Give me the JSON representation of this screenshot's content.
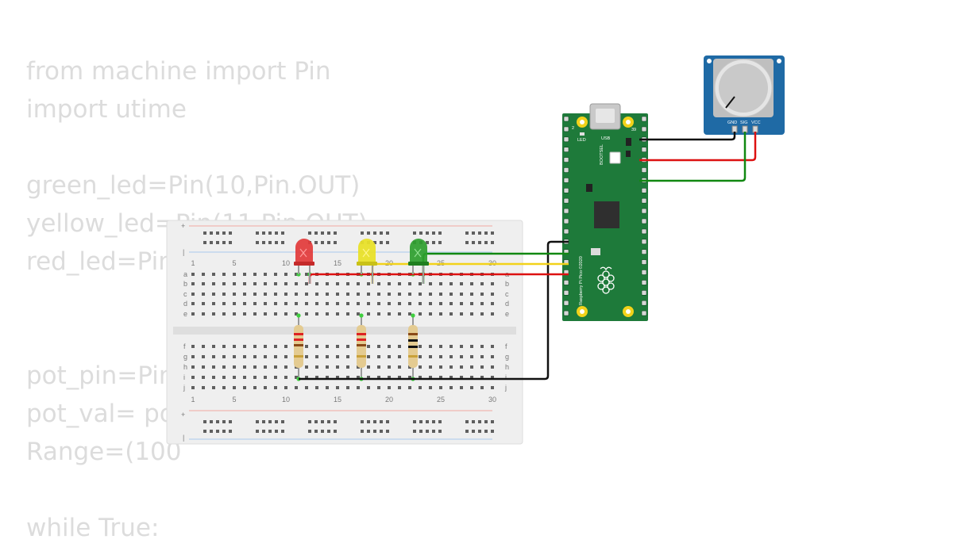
{
  "code_lines": [
    "from machine import Pin",
    "import utime",
    "",
    "green_led=Pin(10,Pin.OUT)",
    "yellow_led=Pin(11,Pin.OUT)",
    "red_led=Pin",
    "",
    "",
    "pot_pin=Pin",
    "pot_val= pot",
    "Range=(100",
    "",
    "while True:"
  ],
  "breadboard": {
    "column_numbers": [
      "1",
      "5",
      "10",
      "15",
      "20",
      "25",
      "30"
    ],
    "rows_top": [
      "a",
      "b",
      "c",
      "d",
      "e"
    ],
    "rows_bottom": [
      "f",
      "g",
      "h",
      "i",
      "j"
    ],
    "plus_sign": "+",
    "minus_sign": "|"
  },
  "pico": {
    "board_label": "Raspberry Pi Pico ©2020",
    "led_label": "LED",
    "usb_label": "USB",
    "bootsel_label": "BOOTSEL",
    "pin_number_left": "2",
    "pin_number_right": "39"
  },
  "potentiometer": {
    "pin_labels": [
      "GND",
      "SIG",
      "VCC"
    ]
  },
  "colors": {
    "pcb_green": "#1e7a3a",
    "pot_blue": "#1f6aa5",
    "led_red": "#e23a3a",
    "led_yellow": "#e8e029",
    "led_green": "#2e9e2e",
    "wire_black": "#111111",
    "wire_red": "#dd1111",
    "wire_green": "#118811",
    "wire_yellow": "#f2d21a"
  }
}
